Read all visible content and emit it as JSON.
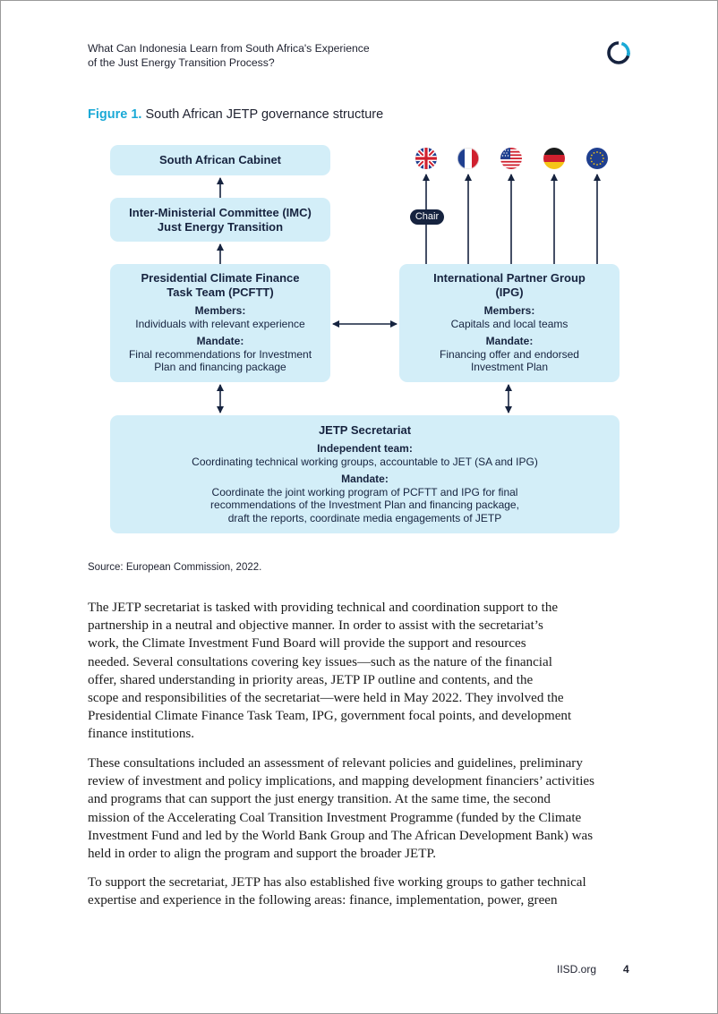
{
  "header": {
    "lines": [
      "What Can Indonesia Learn from South Africa's Experience",
      "of the Just Energy Transition Process?"
    ],
    "logo_icon": "iisd-ring-logo-icon"
  },
  "figure": {
    "number": "Figure 1.",
    "title": "South African JETP governance structure",
    "box_color": "#d3eef8",
    "text_color": "#16233f",
    "cabinet": "South African Cabinet",
    "imc": [
      "Inter-Ministerial Committee (IMC)",
      "Just Energy Transition"
    ],
    "pcftt": {
      "title": [
        "Presidential Climate Finance",
        "Task Team (PCFTT)"
      ],
      "members_label": "Members:",
      "members": "Individuals with relevant experience",
      "mandate_label": "Mandate:",
      "mandate": [
        "Final recommendations for Investment",
        "Plan and financing package"
      ]
    },
    "ipg": {
      "title": [
        "International Partner Group",
        "(IPG)"
      ],
      "members_label": "Members:",
      "members": "Capitals and local teams",
      "mandate_label": "Mandate:",
      "mandate": [
        "Financing offer and endorsed",
        "Investment Plan"
      ]
    },
    "secretariat": {
      "title": "JETP Secretariat",
      "team_label": "Independent team:",
      "team": "Coordinating technical working groups, accountable to JET (SA and IPG)",
      "mandate_label": "Mandate:",
      "mandate": [
        "Coordinate the joint working program of PCFTT and IPG for final",
        "recommendations of the Investment Plan and financing package,",
        "draft the reports, coordinate media engagements of JETP"
      ]
    },
    "chair_label": "Chair",
    "flags": [
      "uk-flag-icon",
      "france-flag-icon",
      "usa-flag-icon",
      "germany-flag-icon",
      "eu-flag-icon"
    ],
    "source": "Source: European Commission, 2022."
  },
  "body": {
    "p1": [
      "The JETP secretariat is tasked with providing technical and coordination support to the",
      "partnership in a neutral and objective manner. In order to assist with the secretariat’s",
      "work, the Climate Investment Fund Board will provide the support and resources",
      "needed. Several consultations covering key issues—such as the nature of the financial",
      "offer, shared understanding in priority areas, JETP IP outline and contents, and the",
      "scope and responsibilities of the secretariat—were held in May 2022. They involved the",
      "Presidential Climate Finance Task Team, IPG, government focal points, and development",
      "finance institutions."
    ],
    "p2": [
      "These consultations included an assessment of relevant policies and guidelines, preliminary",
      "review of investment and policy implications, and mapping development financiers’ activities",
      "and programs that can support the just energy transition. At the same time, the second",
      "mission of the Accelerating Coal Transition Investment Programme (funded by the Climate",
      "Investment Fund and led by the World Bank Group and The African Development Bank) was",
      "held in order to align the program and support the broader JETP."
    ],
    "p3": [
      "To support the secretariat, JETP has also established five working groups to gather technical",
      "expertise and experience in the following areas: finance, implementation, power, green"
    ]
  },
  "footer": {
    "site": "IISD.org",
    "page": "4"
  }
}
